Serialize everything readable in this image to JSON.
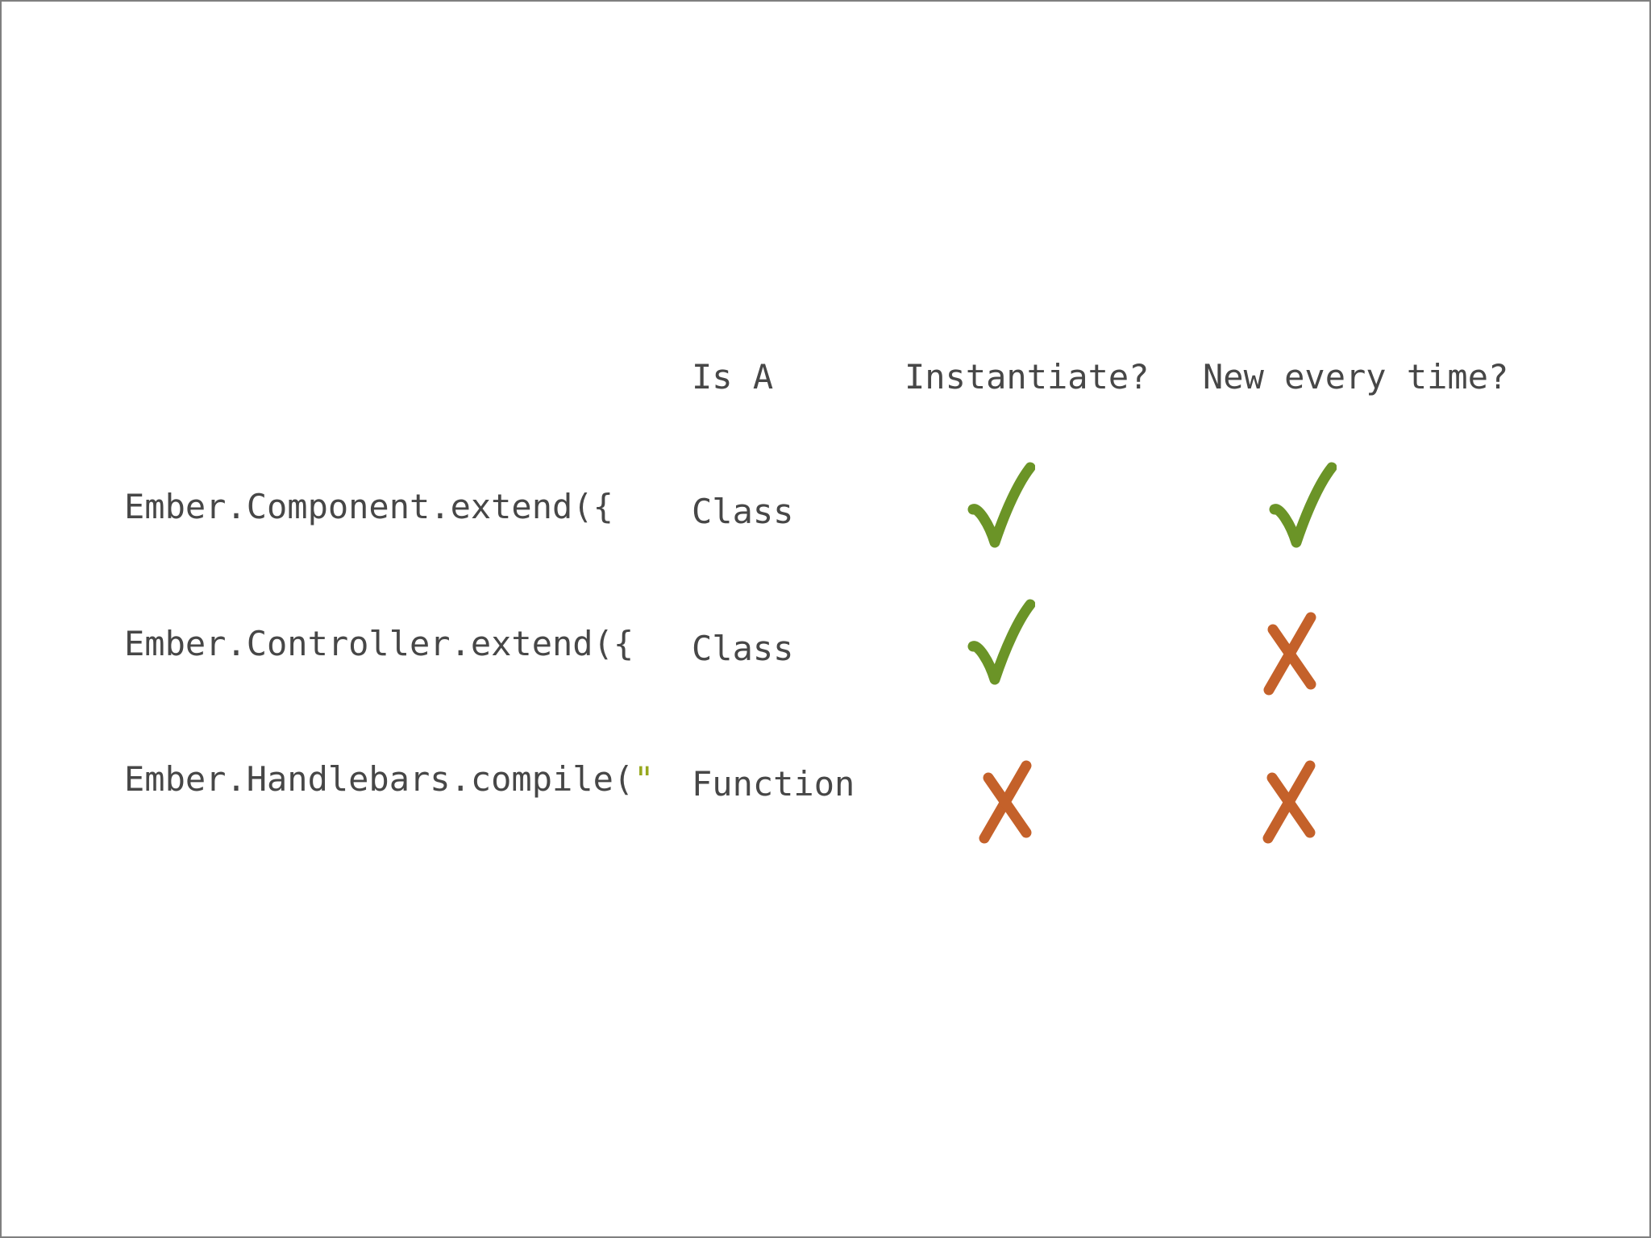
{
  "slide": {
    "background": "#ffffff",
    "border_color": "#7f7f7f"
  },
  "colors": {
    "text": "#474747",
    "check_green": "#6b9427",
    "cross_orange": "#c4612a",
    "string_quote_green": "#97a81e"
  },
  "table": {
    "headers": [
      {
        "label": "Is A"
      },
      {
        "label": "Instantiate?"
      },
      {
        "label": "New every time?"
      }
    ],
    "rows": [
      {
        "code": "Ember.Component.extend({",
        "code_suffix": "",
        "is_a": "Class",
        "instantiate": "check",
        "new_every_time": "check"
      },
      {
        "code": "Ember.Controller.extend({",
        "code_suffix": "",
        "is_a": "Class",
        "instantiate": "check",
        "new_every_time": "cross"
      },
      {
        "code": "Ember.Handlebars.compile(",
        "code_suffix": "\"",
        "is_a": "Function",
        "instantiate": "cross",
        "new_every_time": "cross"
      }
    ]
  }
}
